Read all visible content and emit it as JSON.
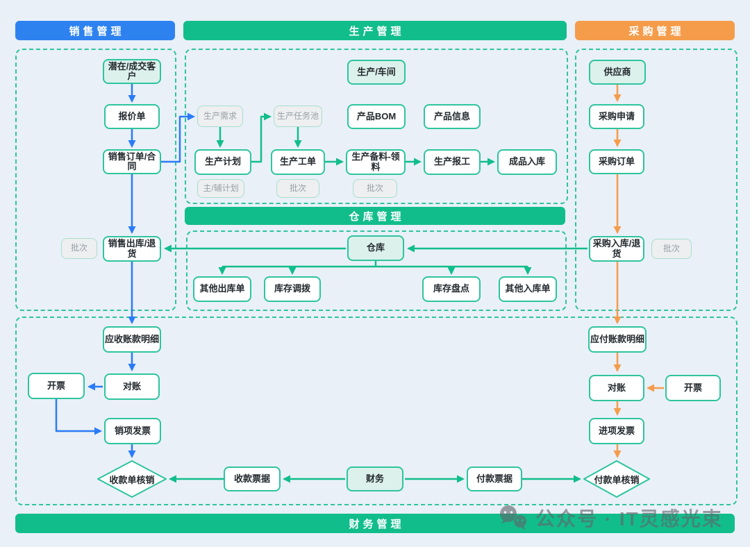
{
  "headers": {
    "sales": "销售管理",
    "production": "生产管理",
    "purchase": "采购管理",
    "warehouse": "仓库管理",
    "finance": "财务管理"
  },
  "sales": {
    "customer": "潜在/成交客户",
    "quote": "报价单",
    "order": "销售订单/合同",
    "batch": "批次",
    "outbound": "销售出库/退货"
  },
  "production": {
    "workshop": "生产/车间",
    "demand": "生产需求",
    "task_pool": "生产任务池",
    "bom": "产品BOM",
    "product_info": "产品信息",
    "plan": "生产计划",
    "work_order": "生产工单",
    "material": "生产备料-领料",
    "report": "生产报工",
    "finished_in": "成品入库",
    "plan_sub": "主/辅计划",
    "work_order_batch": "批次",
    "material_batch": "批次"
  },
  "warehouse": {
    "warehouse": "仓库",
    "other_out": "其他出库单",
    "transfer": "库存调拨",
    "stocktake": "库存盘点",
    "other_in": "其他入库单"
  },
  "purchase": {
    "supplier": "供应商",
    "request": "采购申请",
    "order": "采购订单",
    "inbound": "采购入库/退货",
    "batch": "批次"
  },
  "finance": {
    "ar_detail": "应收账款明细",
    "reconcile_left": "对账",
    "invoice_left": "开票",
    "sales_invoice": "销项发票",
    "receipt_verify": "收款单核销",
    "receipt_doc": "收款票据",
    "finance_hub": "财务",
    "payment_doc": "付款票据",
    "payment_verify": "付款单核销",
    "ap_detail": "应付账款明细",
    "reconcile_right": "对账",
    "invoice_right": "开票",
    "purchase_invoice": "进项发票"
  },
  "watermark": {
    "text": "公众号 · IT灵感光束",
    "icon": "wechat-icon"
  },
  "colors": {
    "background": "#E9F0F8",
    "sales_accent": "#2E82F0",
    "production_accent": "#12BD8C",
    "purchase_accent": "#F59C4B",
    "blue_arrow": "#2A7BF7",
    "green_arrow": "#12BD8C",
    "orange_arrow": "#F59C4B",
    "node_border": "#2EC49E",
    "teal_fill": "#DCF1EB",
    "gray_fill": "#EDEFF0"
  }
}
